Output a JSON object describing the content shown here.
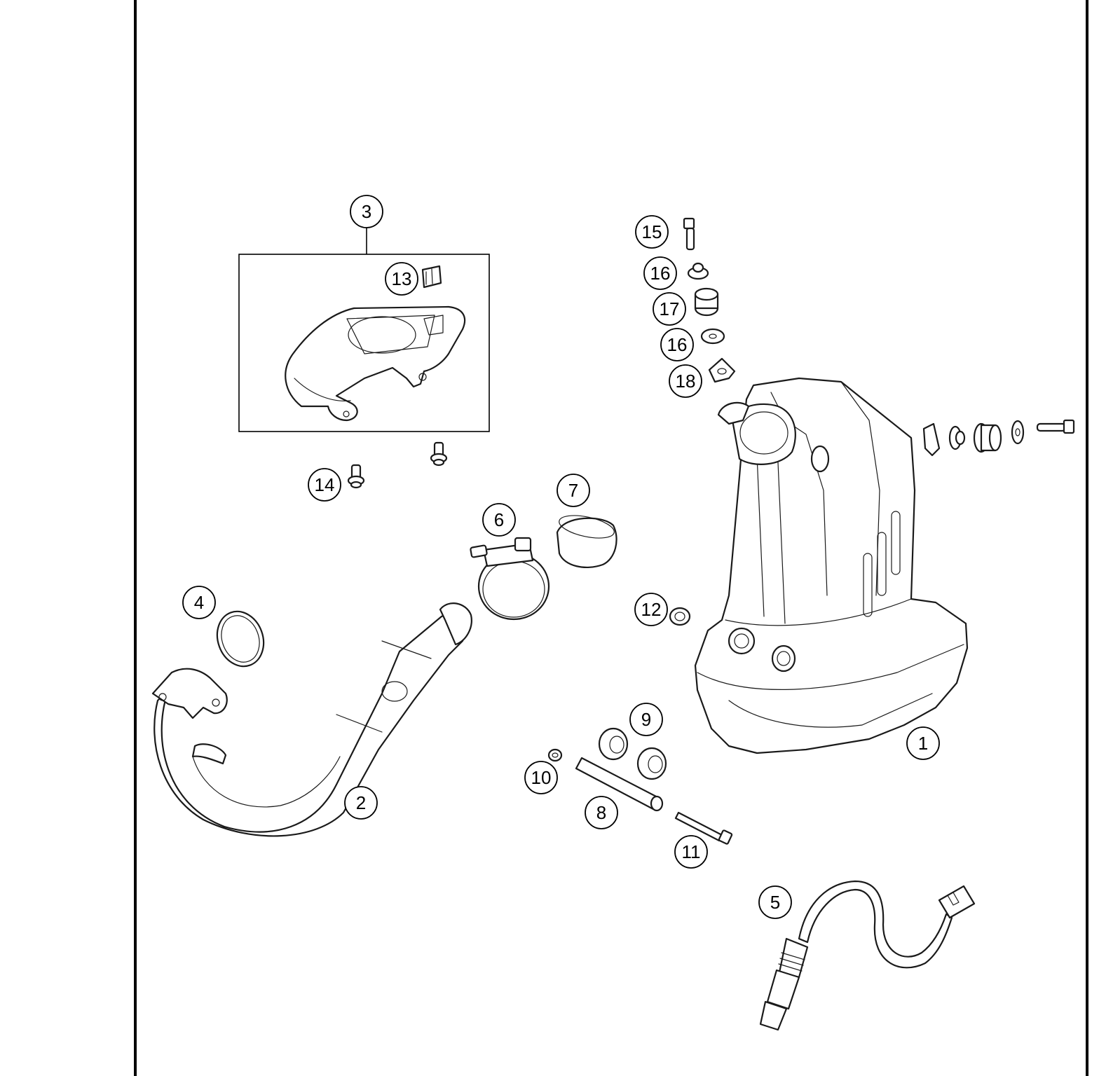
{
  "callouts": {
    "c1": "1",
    "c2": "2",
    "c3": "3",
    "c4": "4",
    "c5": "5",
    "c6": "6",
    "c7": "7",
    "c8": "8",
    "c9": "9",
    "c10": "10",
    "c11": "11",
    "c12": "12",
    "c13": "13",
    "c14": "14",
    "c15": "15",
    "c16a": "16",
    "c16b": "16",
    "c17": "17",
    "c18": "18"
  }
}
